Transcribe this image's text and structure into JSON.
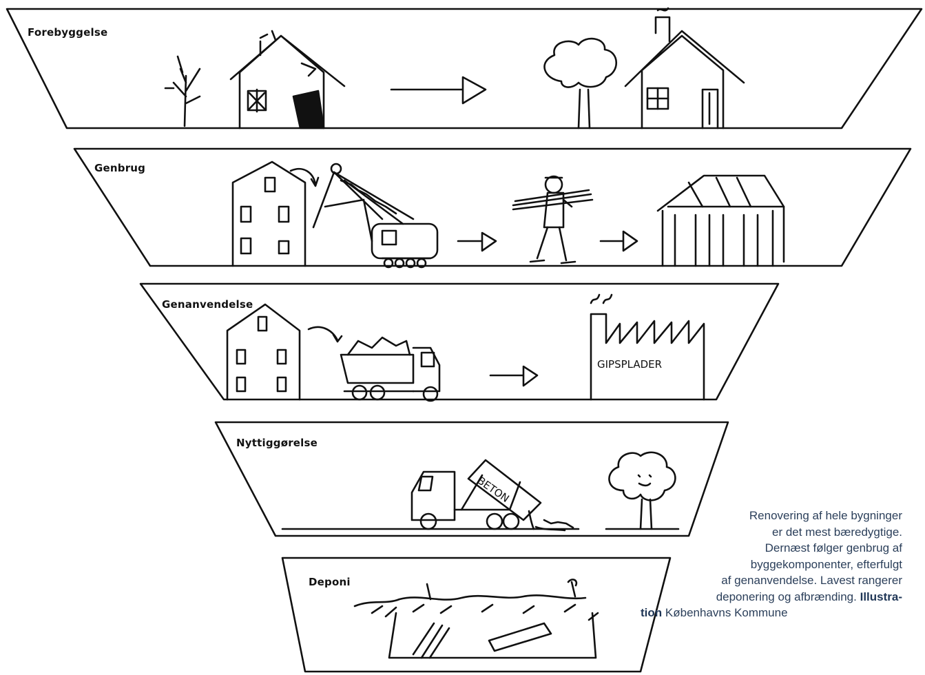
{
  "tiers": [
    {
      "label": "Forebyggelse"
    },
    {
      "label": "Genbrug"
    },
    {
      "label": "Genanvendelse"
    },
    {
      "label": "Nyttiggørelse"
    },
    {
      "label": "Deponi"
    }
  ],
  "sketch_labels": {
    "factory_sign": "GIPSPLADER",
    "truck_sign": "BETON"
  },
  "caption": {
    "lines": [
      "Renovering af hele bygninger",
      "er det mest bæredygtige.",
      "Dernæst følger genbrug af",
      "byggekomponenter, efterfulgt",
      "af genanvendelse. Lavest rangerer",
      "deponering og afbrænding."
    ],
    "credit_bold_1": "Illustra-",
    "credit_bold_2": "tion",
    "credit_rest": "Københavns Kommune"
  }
}
